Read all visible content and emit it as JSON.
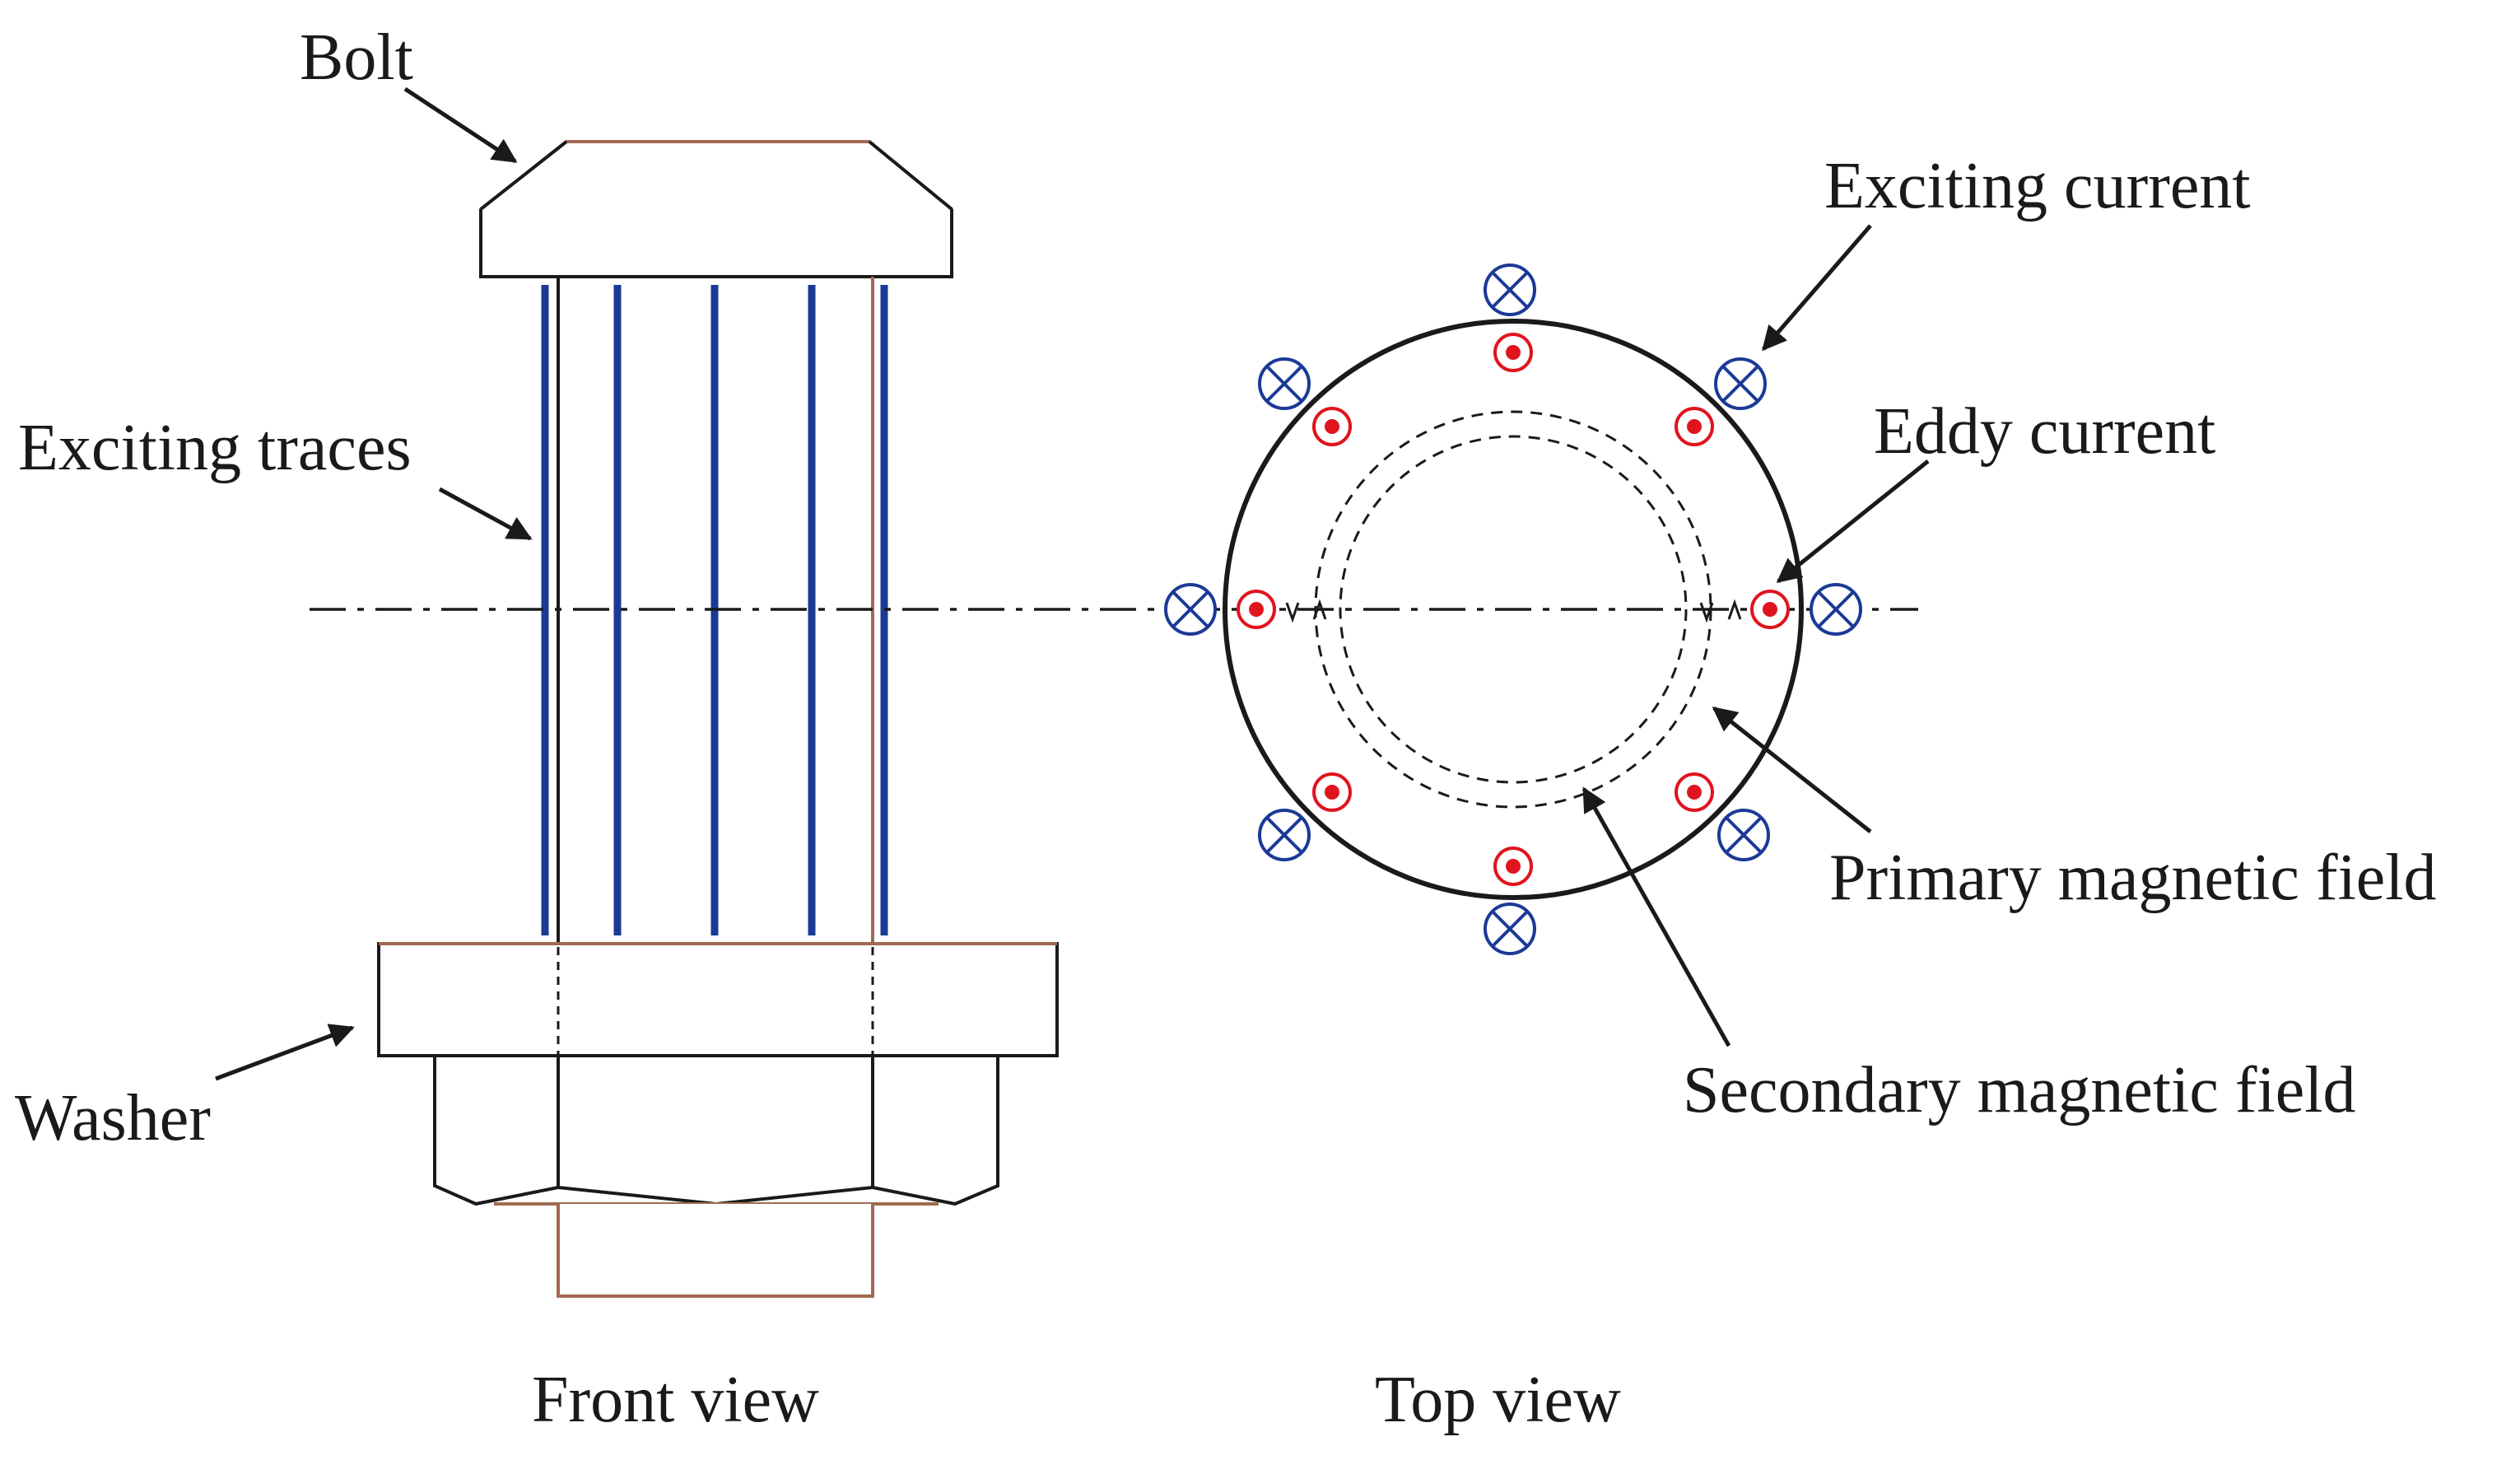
{
  "labels": {
    "bolt": "Bolt",
    "exciting_traces": "Exciting traces",
    "washer": "Washer",
    "exciting_current": "Exciting current",
    "eddy_current": "Eddy current",
    "primary_field": "Primary magnetic field",
    "secondary_field": "Secondary magnetic field",
    "front_view": "Front view",
    "top_view": "Top view"
  },
  "colors": {
    "exciting_trace": "#1b3a96",
    "exciting_current_symbol": "#1b3a96",
    "eddy_current_symbol": "#e0141e",
    "outline": "#1a1a1a",
    "bolt_edge": "#a06a50"
  },
  "symbols": {
    "exciting_current": "current-into-page-icon",
    "eddy_current": "current-out-of-page-icon"
  }
}
